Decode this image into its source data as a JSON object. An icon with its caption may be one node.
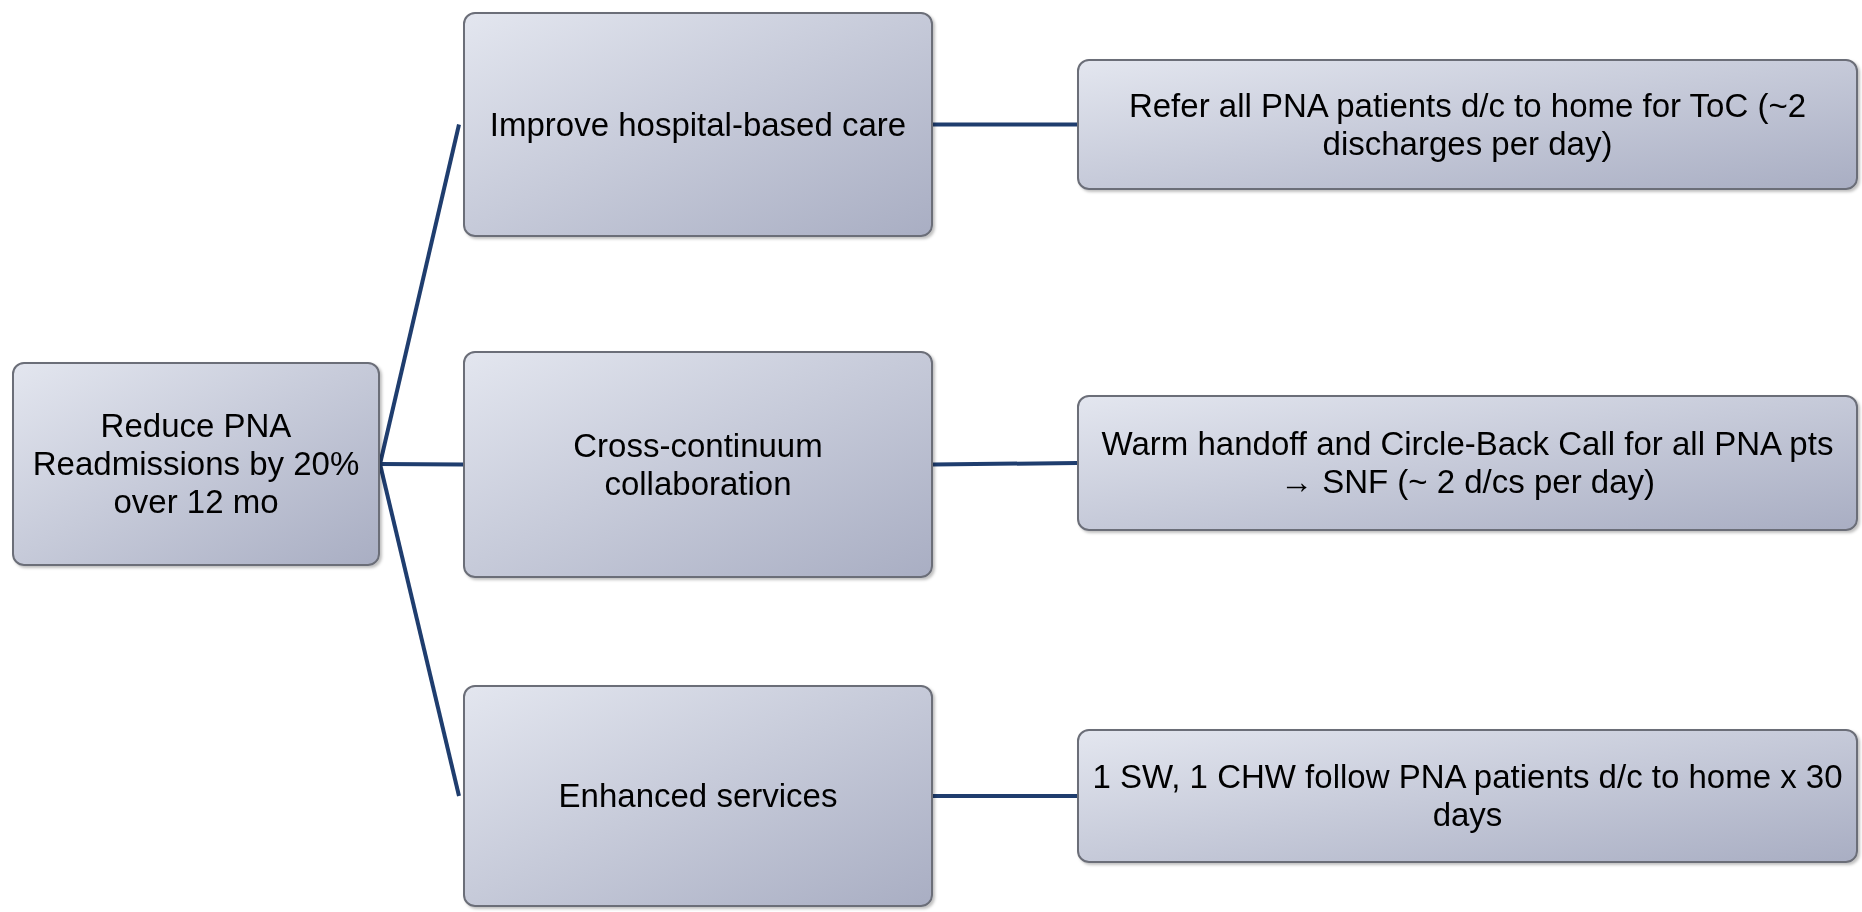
{
  "diagram": {
    "nodes": [
      {
        "text": [
          "Reduce PNA Readmissions by 20% over 12 mo"
        ]
      },
      {
        "text": [
          "Improve hospital-based care"
        ]
      },
      {
        "text": [
          "Cross-continuum collaboration"
        ]
      },
      {
        "text": [
          "Enhanced services"
        ]
      },
      {
        "text": [
          "Refer all PNA patients d/c to home for ToC (~2 discharges per day)"
        ]
      },
      {
        "text": [
          "Warm handoff and Circle-Back Call for all PNA pts → SNF (~ 2 d/cs per day)"
        ]
      },
      {
        "text": [
          "1 SW, 1 CHW follow PNA patients d/c to home x 30 days"
        ]
      }
    ],
    "edges": [
      {
        "from": 0,
        "to": 1,
        "arrow": "none"
      },
      {
        "from": 0,
        "to": 2,
        "arrow": "none"
      },
      {
        "from": 0,
        "to": 3,
        "arrow": "none"
      },
      {
        "from": 1,
        "to": 4,
        "arrow": "none"
      },
      {
        "from": 2,
        "to": 5,
        "arrow": "none"
      },
      {
        "from": 3,
        "to": 6,
        "arrow": "none"
      }
    ]
  }
}
